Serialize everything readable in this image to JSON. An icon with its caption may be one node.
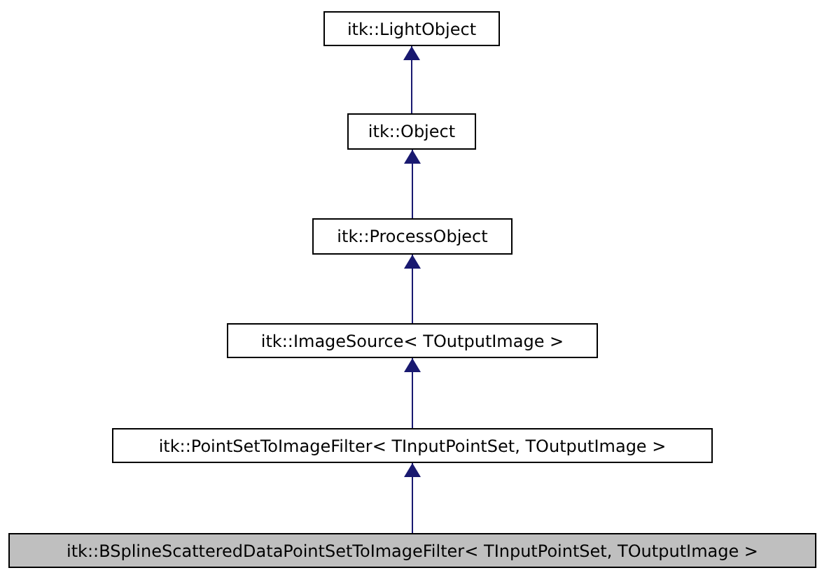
{
  "diagram": {
    "nodes": [
      {
        "text": [
          "itk::LightObject"
        ]
      },
      {
        "text": [
          "itk::Object"
        ]
      },
      {
        "text": [
          "itk::ProcessObject"
        ]
      },
      {
        "text": [
          "itk::ImageSource< TOutputImage >"
        ]
      },
      {
        "text": [
          "itk::PointSetToImageFilter< TInputPointSet, TOutputImage >"
        ]
      },
      {
        "text": [
          "itk::BSplineScatteredDataPointSetToImageFilter< TInputPointSet, TOutputImage >"
        ]
      }
    ],
    "edges": [
      {
        "from": 1,
        "to": 0,
        "arrow": "to"
      },
      {
        "from": 2,
        "to": 1,
        "arrow": "to"
      },
      {
        "from": 3,
        "to": 2,
        "arrow": "to"
      },
      {
        "from": 4,
        "to": 3,
        "arrow": "to"
      },
      {
        "from": 5,
        "to": 4,
        "arrow": "to"
      }
    ]
  }
}
